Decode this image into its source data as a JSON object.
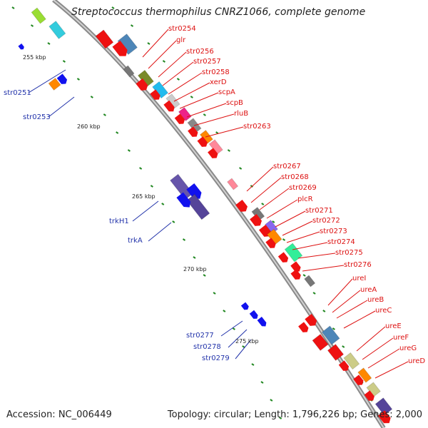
{
  "title": "Streptococcus thermophilus CNRZ1066, complete genome",
  "footer": {
    "accession": "Accession: NC_006449",
    "summary": "Topology: circular; Length: 1,796,226 bp; Genes: 2,000"
  },
  "scale": [
    "255 kbp",
    "260 kbp",
    "265 kbp",
    "270 kbp",
    "275 kbp"
  ],
  "forward_labels": [
    "str0254",
    "glr",
    "str0256",
    "str0257",
    "str0258",
    "xerD",
    "scpA",
    "scpB",
    "rluB",
    "str0263",
    "str0267",
    "str0268",
    "str0269",
    "plcR",
    "str0271",
    "str0272",
    "str0273",
    "str0274",
    "str0275",
    "str0276",
    "ureI",
    "ureA",
    "ureB",
    "ureC",
    "ureE",
    "ureF",
    "ureG",
    "ureD"
  ],
  "reverse_labels": [
    "str0251",
    "str0253",
    "trkH1",
    "trkA",
    "str0277",
    "str0278",
    "str0279"
  ],
  "colors": {
    "forward_label": "#dd1111",
    "reverse_label": "#2233aa",
    "forward_gene": "#ee1111",
    "reverse_gene": "#1111ee",
    "backbone": "#999999",
    "tick": "#228822"
  }
}
